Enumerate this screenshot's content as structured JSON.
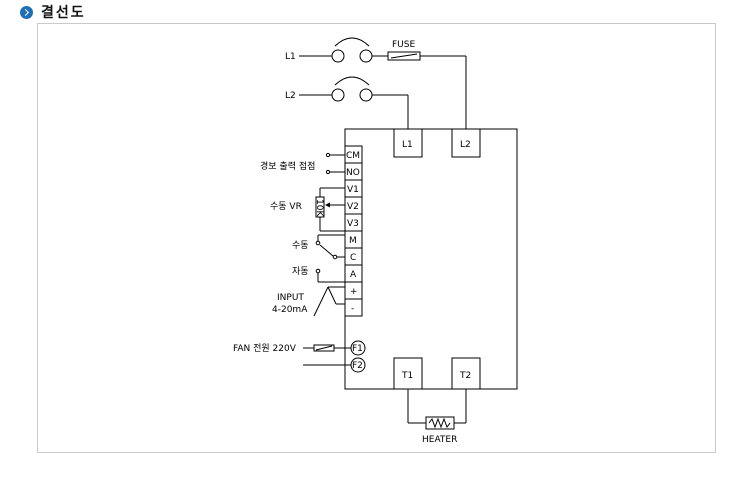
{
  "header": {
    "title": "결선도"
  },
  "diagram": {
    "inputs": {
      "l1": "L1",
      "l2": "L2",
      "fuse": "FUSE"
    },
    "top_terminals": [
      "L1",
      "L2"
    ],
    "bottom_terminals": [
      "T1",
      "T2"
    ],
    "side_terminals": [
      "CM",
      "NO",
      "V1",
      "V2",
      "V3",
      "M",
      "C",
      "A",
      "+",
      "-"
    ],
    "labels": {
      "alarm": "경보 출력 접점",
      "manual_vr": "수동 VR",
      "manual": "수동",
      "auto": "자동",
      "input_line1": "INPUT",
      "input_line2": "4-20mA",
      "fan": "FAN 전원 220V",
      "heater": "HEATER",
      "vr_value": "10K"
    },
    "fan_terminals": [
      "F1",
      "F2"
    ]
  }
}
